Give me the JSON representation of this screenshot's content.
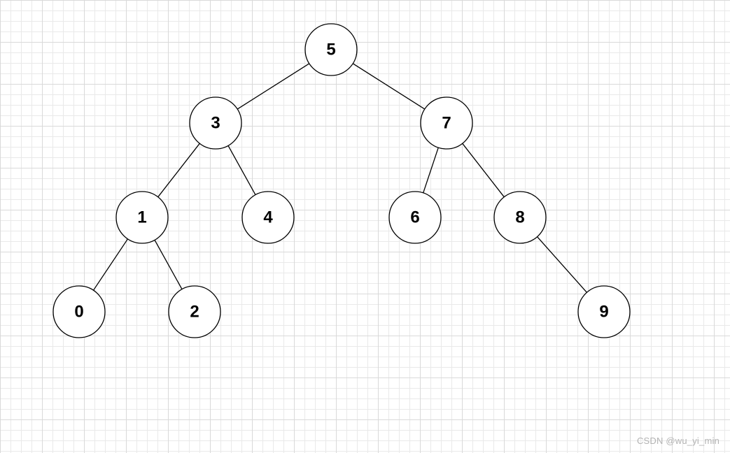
{
  "tree": {
    "nodes": [
      {
        "id": "5",
        "label": "5"
      },
      {
        "id": "3",
        "label": "3"
      },
      {
        "id": "7",
        "label": "7"
      },
      {
        "id": "1",
        "label": "1"
      },
      {
        "id": "4",
        "label": "4"
      },
      {
        "id": "6",
        "label": "6"
      },
      {
        "id": "8",
        "label": "8"
      },
      {
        "id": "0",
        "label": "0"
      },
      {
        "id": "2",
        "label": "2"
      },
      {
        "id": "9",
        "label": "9"
      }
    ],
    "edges": [
      {
        "from": "5",
        "to": "3"
      },
      {
        "from": "5",
        "to": "7"
      },
      {
        "from": "3",
        "to": "1"
      },
      {
        "from": "3",
        "to": "4"
      },
      {
        "from": "7",
        "to": "6"
      },
      {
        "from": "7",
        "to": "8"
      },
      {
        "from": "1",
        "to": "0"
      },
      {
        "from": "1",
        "to": "2"
      },
      {
        "from": "8",
        "to": "9"
      }
    ]
  },
  "watermark": "CSDN @wu_yi_min"
}
